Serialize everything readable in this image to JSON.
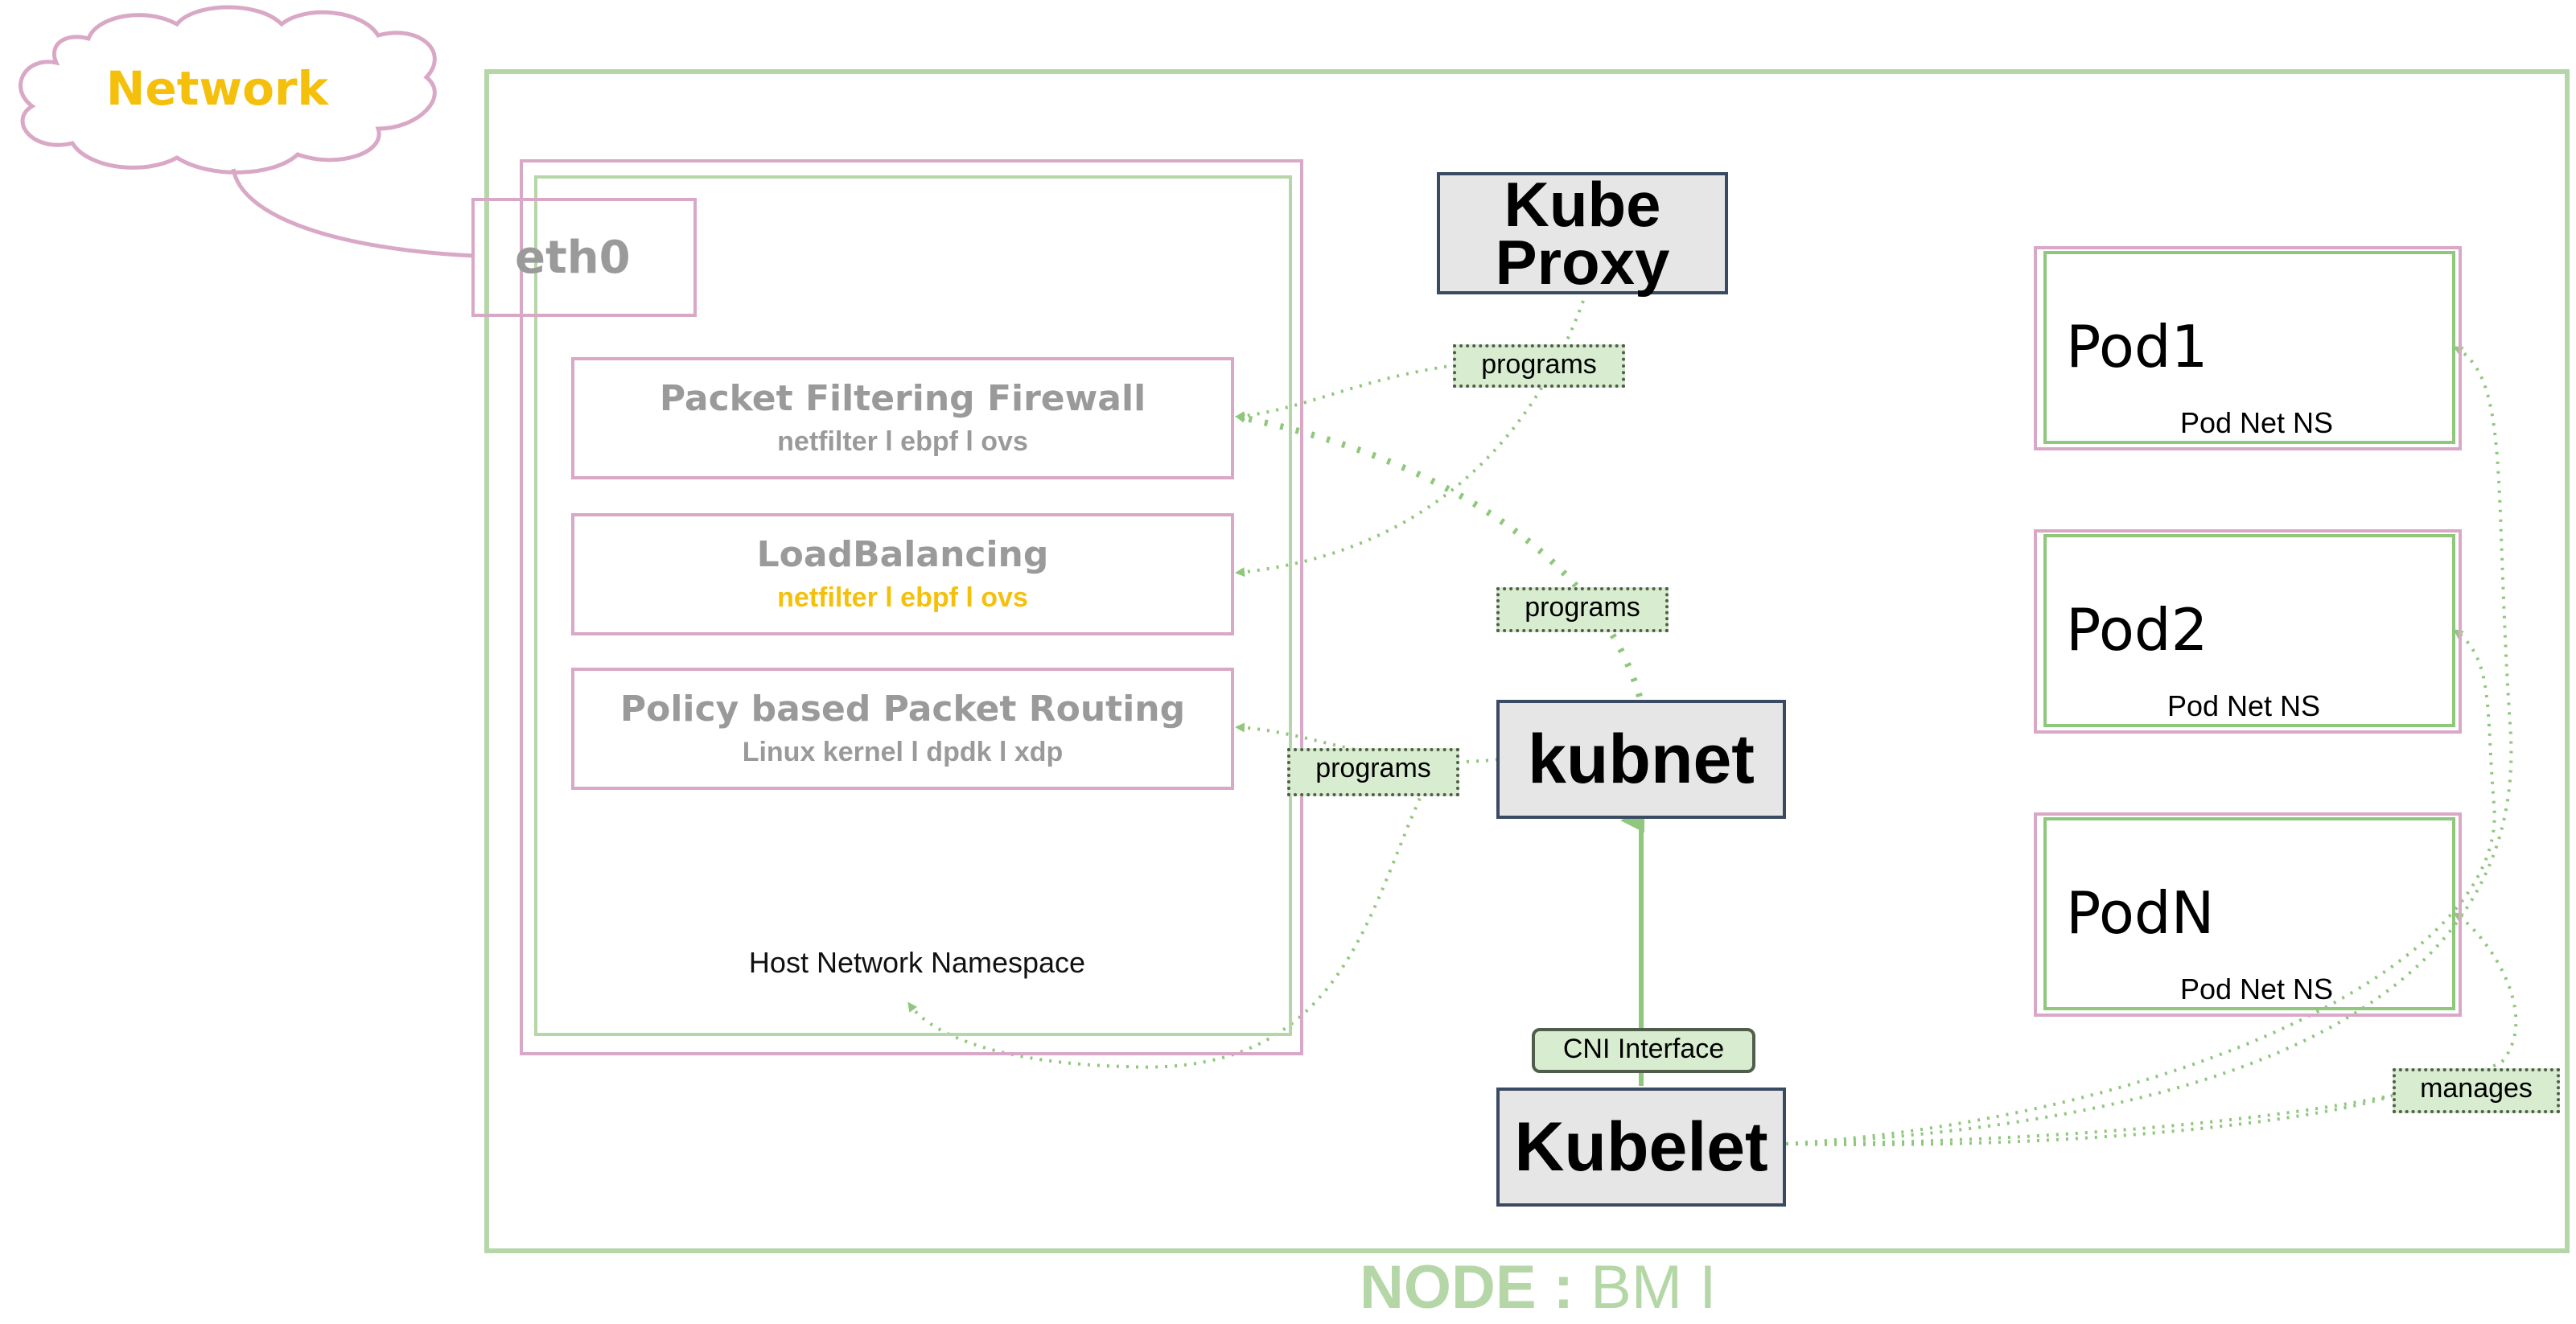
{
  "cloud": {
    "label": "Network"
  },
  "node": {
    "label_bold": "NODE :",
    "label_rest": " BM  I"
  },
  "eth0": {
    "label": "eth0"
  },
  "host_ns": {
    "label": "Host Network Namespace"
  },
  "functions": [
    {
      "title": "Packet Filtering  Firewall",
      "sub": "netfilter l ebpf l ovs"
    },
    {
      "title": "LoadBalancing",
      "sub": "netfilter l ebpf l ovs"
    },
    {
      "title": "Policy based Packet Routing",
      "sub": "Linux kernel l dpdk l xdp"
    }
  ],
  "components": {
    "kube_proxy": "Kube Proxy",
    "kubnet": "kubnet",
    "kubelet": "Kubelet",
    "cni": "CNI Interface"
  },
  "edge_labels": {
    "programs": "programs",
    "manages": "manages"
  },
  "pods": [
    {
      "name": "Pod1",
      "ns": "Pod Net NS"
    },
    {
      "name": "Pod2",
      "ns": "Pod Net NS"
    },
    {
      "name": "PodN",
      "ns": "Pod Net NS"
    }
  ],
  "colors": {
    "accent_yellow": "#f5c00c",
    "pink_border": "#d9a8c6",
    "green_border": "#b5d7a8",
    "green_arrow": "#8fc77c",
    "box_fill": "#e6e6e6",
    "tag_fill": "#d8ecd0"
  }
}
